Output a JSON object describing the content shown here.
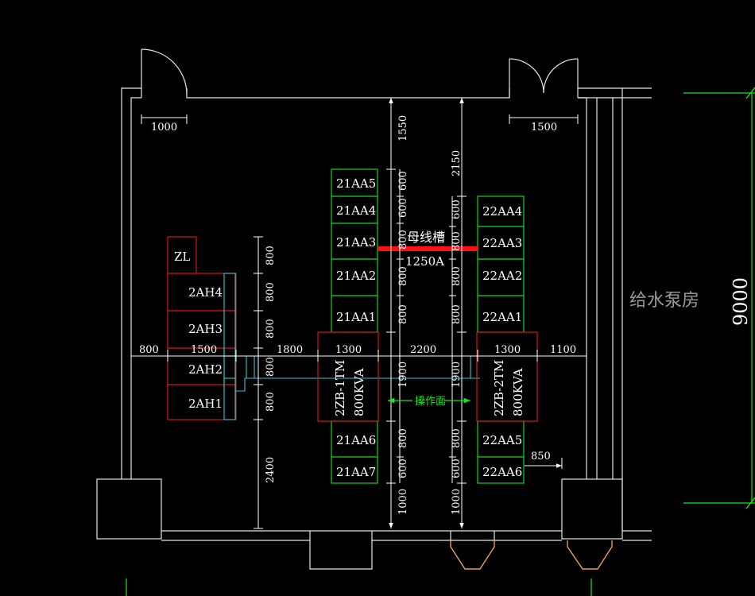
{
  "colors": {
    "background": "#000000",
    "wall": "#e6e6e6",
    "cabinet_green": "#19e619",
    "transformer_red": "#e8141e",
    "cable_cyan": "#35c8d2",
    "busbar_red": "#ff1010",
    "pit_orange": "#e6a050",
    "room_label": "#9a9a9a"
  },
  "cabinets_left": [
    "21AA5",
    "21AA4",
    "21AA3",
    "21AA2",
    "21AA1",
    "21AA6",
    "21AA7"
  ],
  "cabinets_right": [
    "22AA4",
    "22AA3",
    "22AA2",
    "22AA1",
    "22AA5",
    "22AA6"
  ],
  "hv_panels": [
    "ZL",
    "2AH4",
    "2AH3",
    "2AH2",
    "2AH1"
  ],
  "transformers": {
    "t1": [
      "2ZB-1TM",
      "800KVA"
    ],
    "t2": [
      "2ZB-2TM",
      "800KVA"
    ]
  },
  "busbar": {
    "name": "母线槽",
    "rating": "1250A"
  },
  "operation_face": "操作面",
  "adjacent_room": "给水泵房",
  "overall_dimension": "9000",
  "dimensions": {
    "door_left": "1000",
    "door_right": "1500",
    "horizontal": [
      "800",
      "1500",
      "1800",
      "1300",
      "2200",
      "1300",
      "1100"
    ],
    "gap_right": "850",
    "hv_vertical": [
      "800",
      "800",
      "800",
      "800",
      "800",
      "2400"
    ],
    "col1": [
      "1550",
      "1900",
      "1000"
    ],
    "col2": [
      "600",
      "600",
      "800",
      "800",
      "800",
      "800",
      "600",
      "1000"
    ],
    "col3": [
      "2150",
      "1900",
      "1000"
    ],
    "col4": [
      "600",
      "800",
      "800",
      "800",
      "800",
      "600",
      "1000"
    ]
  }
}
